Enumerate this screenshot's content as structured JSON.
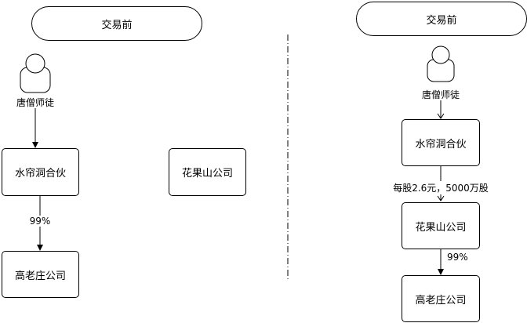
{
  "left": {
    "header": "交易前",
    "person_label": "唐僧师徒",
    "partnership": "水帘洞合伙",
    "company_huaguoshan": "花果山公司",
    "company_gaolaozhuang": "高老庄公司",
    "pct_99": "99%"
  },
  "right": {
    "header": "交易前",
    "person_label": "唐僧师徒",
    "partnership": "水帘洞合伙",
    "share_note": "每股2.6元，5000万股",
    "company_huaguoshan": "花果山公司",
    "pct_99": "99%",
    "company_gaolaozhuang": "高老庄公司"
  }
}
